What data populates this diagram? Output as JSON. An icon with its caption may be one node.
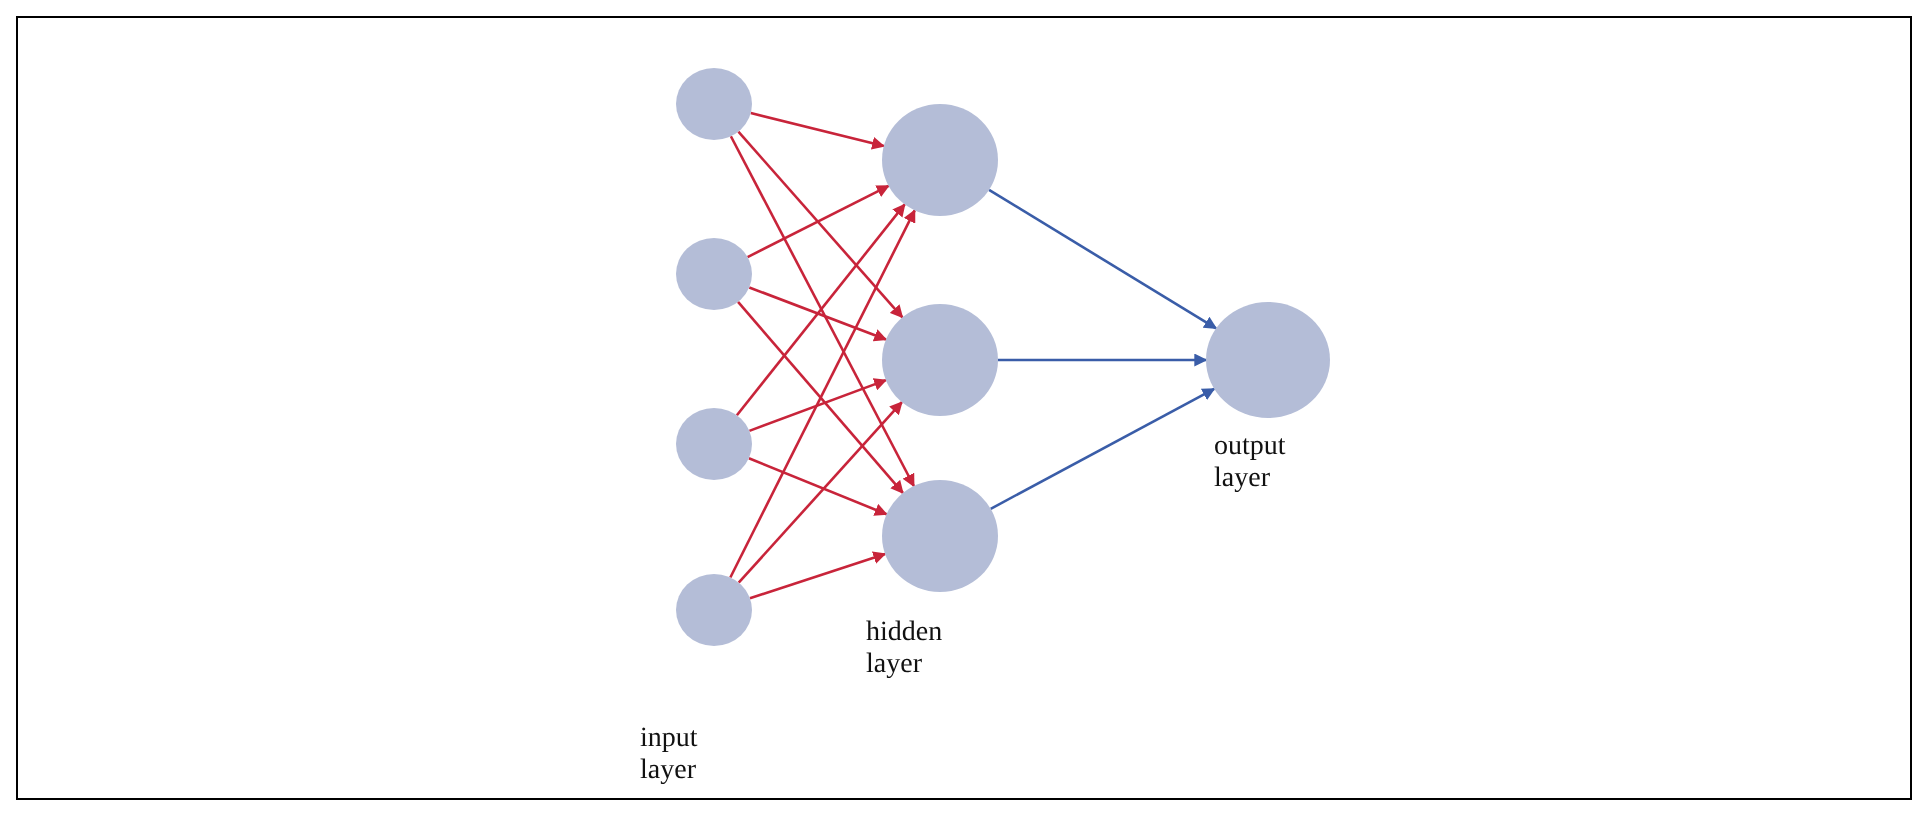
{
  "diagram": {
    "nodes": [
      {
        "text": [],
        "shape": "circle"
      },
      {
        "text": [],
        "shape": "circle"
      },
      {
        "text": [],
        "shape": "circle"
      },
      {
        "text": [],
        "shape": "circle"
      },
      {
        "text": [],
        "shape": "circle"
      },
      {
        "text": [],
        "shape": "circle"
      },
      {
        "text": [],
        "shape": "circle"
      },
      {
        "text": [],
        "shape": "circle"
      }
    ],
    "edges": [
      {
        "from": 0,
        "to": 4,
        "arrow": "to"
      },
      {
        "from": 0,
        "to": 5,
        "arrow": "to"
      },
      {
        "from": 0,
        "to": 6,
        "arrow": "to"
      },
      {
        "from": 1,
        "to": 4,
        "arrow": "to"
      },
      {
        "from": 1,
        "to": 5,
        "arrow": "to"
      },
      {
        "from": 1,
        "to": 6,
        "arrow": "to"
      },
      {
        "from": 2,
        "to": 4,
        "arrow": "to"
      },
      {
        "from": 2,
        "to": 5,
        "arrow": "to"
      },
      {
        "from": 2,
        "to": 6,
        "arrow": "to"
      },
      {
        "from": 3,
        "to": 4,
        "arrow": "to"
      },
      {
        "from": 3,
        "to": 5,
        "arrow": "to"
      },
      {
        "from": 3,
        "to": 6,
        "arrow": "to"
      },
      {
        "from": 4,
        "to": 7,
        "arrow": "to",
        "color": "#3a5da8"
      },
      {
        "from": 5,
        "to": 7,
        "arrow": "to",
        "color": "#3a5da8"
      },
      {
        "from": 6,
        "to": 7,
        "arrow": "to",
        "color": "#3a5da8"
      }
    ],
    "labels": [
      "output layer",
      "hidden layer",
      "input layer"
    ]
  }
}
